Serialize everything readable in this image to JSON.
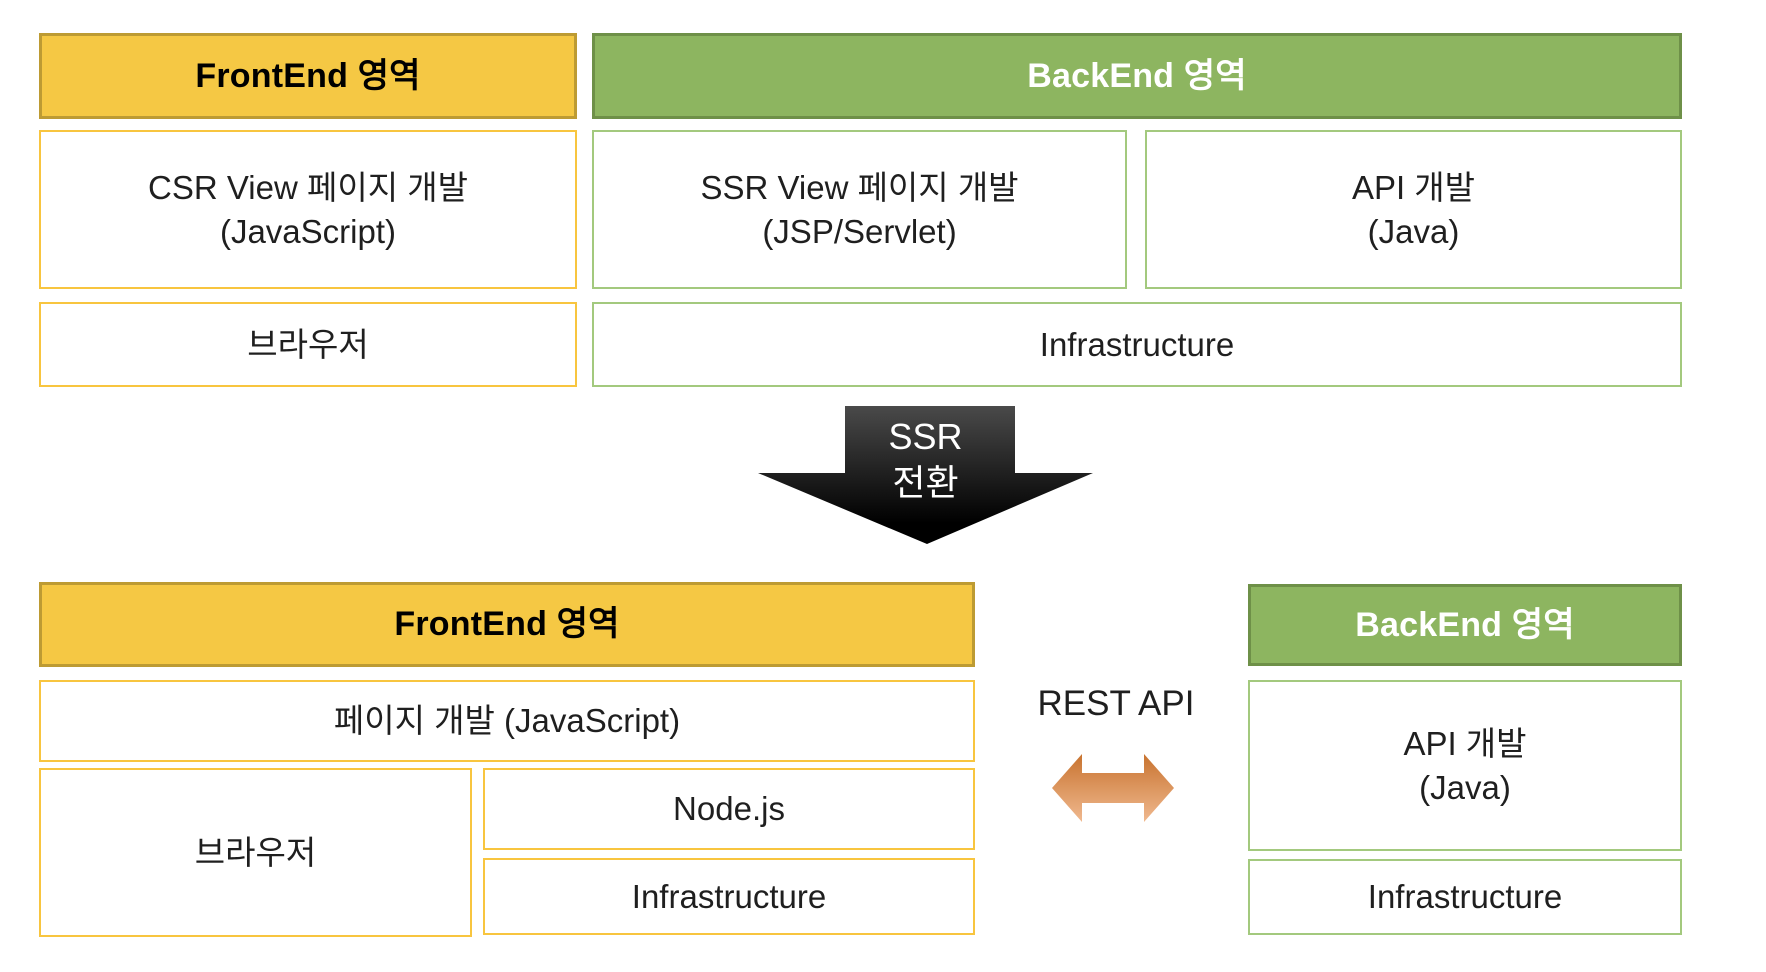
{
  "diagram": {
    "before": {
      "frontend": {
        "header": "FrontEnd 영역",
        "csr_box": "CSR View 페이지 개발\n(JavaScript)",
        "browser_box": "브라우저"
      },
      "backend": {
        "header": "BackEnd 영역",
        "ssr_box": "SSR View 페이지 개발\n(JSP/Servlet)",
        "api_box": "API 개발\n(Java)",
        "infrastructure_box": "Infrastructure"
      }
    },
    "transition": {
      "label": "SSR\n전환"
    },
    "after": {
      "frontend": {
        "header": "FrontEnd 영역",
        "page_dev_box": "페이지 개발 (JavaScript)",
        "browser_box": "브라우저",
        "nodejs_box": "Node.js",
        "infrastructure_box": "Infrastructure"
      },
      "connector": {
        "label": "REST API"
      },
      "backend": {
        "header": "BackEnd 영역",
        "api_box": "API 개발\n(Java)",
        "infrastructure_box": "Infrastructure"
      }
    }
  },
  "colors": {
    "yellow_fill": "#F5C844",
    "yellow_header_border": "#BD9B33",
    "yellow_box_border": "#F8C53F",
    "green_fill": "#8DB560",
    "green_header_border": "#6E9048",
    "green_box_border": "#A3C97E",
    "black_arrow_top": "#4A4A4A",
    "black_arrow_bottom": "#000000",
    "orange_arrow_top": "#C8732F",
    "orange_arrow_bottom": "#F0B98F",
    "header_text_on_yellow": "#000000",
    "header_text_on_green": "#FFFFFF",
    "body_text": "#1F1F1F"
  }
}
